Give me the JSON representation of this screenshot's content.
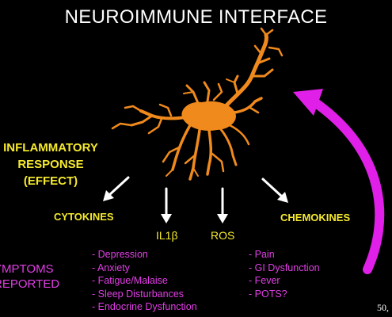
{
  "title": "NEUROIMMUNE INTERFACE",
  "effect_label": [
    "INFLAMMATORY",
    "RESPONSE",
    "(EFFECT)"
  ],
  "mediators": {
    "cytokines": "CYTOKINES",
    "il1b": "IL1β",
    "ros": "ROS",
    "chemokines": "CHEMOKINES"
  },
  "symptoms_label": [
    "YMPTOMS",
    "REPORTED"
  ],
  "symptoms_left": [
    "- Depression",
    "- Anxiety",
    "- Fatigue/Malaise",
    "- Sleep Disturbances",
    "- Endocrine Dysfunction"
  ],
  "symptoms_right": [
    "- Pain",
    "- GI Dysfunction",
    "- Fever",
    "- POTS?"
  ],
  "corner_text": "50,",
  "colors": {
    "background": "#000000",
    "title": "#ffffff",
    "accent_yellow": "#f6ea2e",
    "accent_magenta": "#e23ee6",
    "microglia_orange": "#f08a1c",
    "arrows": "#ffffff"
  },
  "icons": [
    "microglia-cell-icon",
    "curved-feedback-arrow-icon"
  ]
}
